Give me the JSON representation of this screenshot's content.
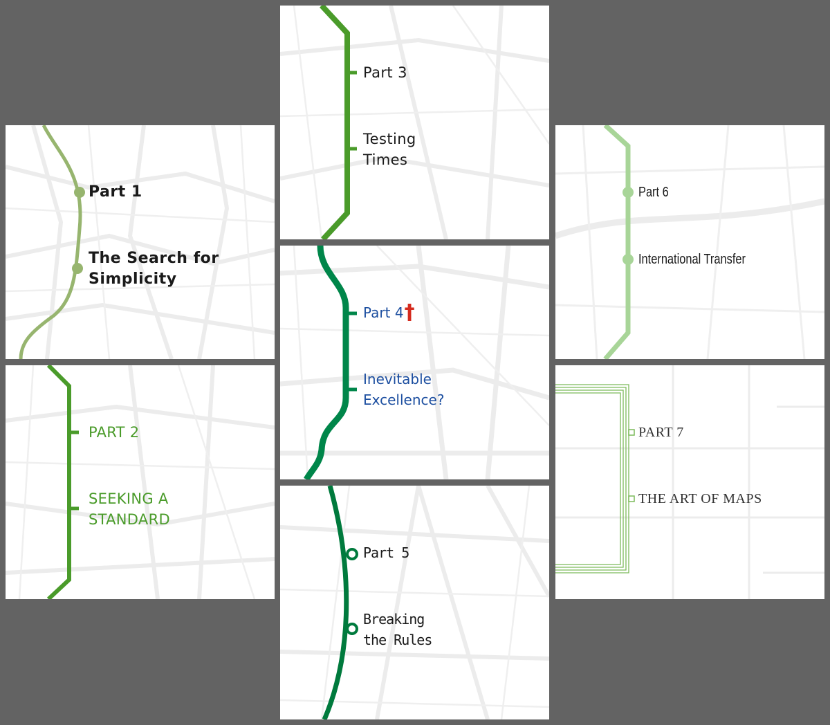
{
  "panels": {
    "p1": {
      "part": "Part 1",
      "title": [
        "The Search for",
        "Simplicity"
      ],
      "line_color": "#97b56f"
    },
    "p2": {
      "part": "PART 2",
      "title": [
        "SEEKING A",
        "STANDARD"
      ],
      "line_color": "#4a9b2a"
    },
    "p3": {
      "part": "Part 3",
      "title": [
        "Testing",
        "Times"
      ],
      "line_color": "#4a9b2a"
    },
    "p4": {
      "part": "Part 4",
      "title": [
        "Inevitable",
        "Excellence?"
      ],
      "line_color": "#00864a",
      "dagger_color": "#d52b1e"
    },
    "p5": {
      "part": "Part 5",
      "title": [
        "Breaking",
        "the Rules"
      ],
      "line_color": "#007a3d"
    },
    "p6": {
      "part": "Part 6",
      "title": [
        "International Transfer"
      ],
      "line_color": "#a8d598"
    },
    "p7": {
      "part": "PART 7",
      "title": [
        "THE ART OF MAPS"
      ],
      "line_color": "#7cba5a"
    }
  },
  "background_color": "#636363",
  "map_texture_color": "#ececec"
}
